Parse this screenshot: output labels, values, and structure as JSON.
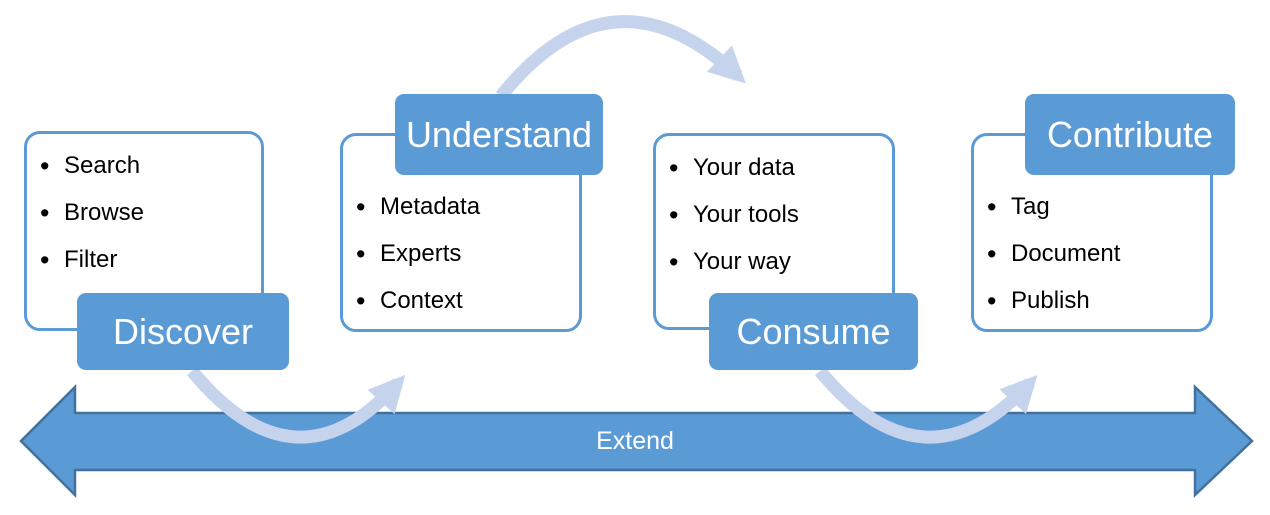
{
  "diagram": {
    "extend_label": "Extend",
    "bullet": "•",
    "stages": [
      {
        "label": "Discover",
        "label_position": "bottom",
        "items": [
          "Search",
          "Browse",
          "Filter"
        ]
      },
      {
        "label": "Understand",
        "label_position": "top",
        "items": [
          "Metadata",
          "Experts",
          "Context"
        ]
      },
      {
        "label": "Consume",
        "label_position": "bottom",
        "items": [
          "Your data",
          "Your tools",
          "Your way"
        ]
      },
      {
        "label": "Contribute",
        "label_position": "top",
        "items": [
          "Tag",
          "Document",
          "Publish"
        ]
      }
    ],
    "colors": {
      "accent": "#5B9BD5",
      "arrow_outline": "#41719C",
      "curve_arrow": "#C5D3EC",
      "card_background": "#FFFFFF",
      "card_border": "#5B9BD5",
      "item_text": "#000000",
      "label_text": "#FFFFFF"
    }
  }
}
